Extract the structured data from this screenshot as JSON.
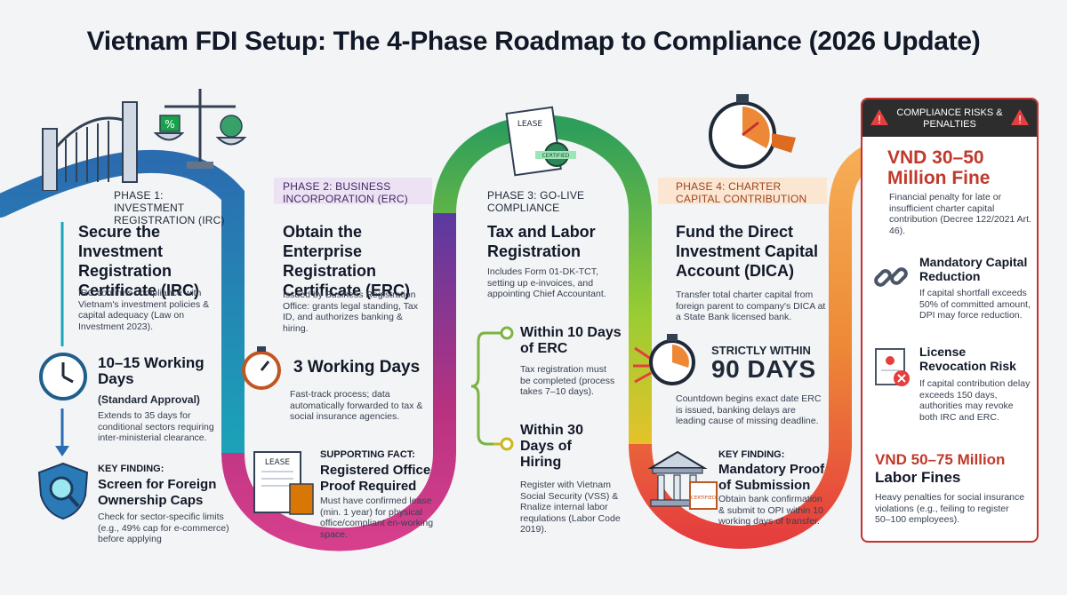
{
  "title": "Vietnam FDI Setup: The 4-Phase Roadmap to Compliance (2026 Update)",
  "colors": {
    "phase1": "#1f8fb0",
    "phase2": "#b83280",
    "phase3": "#7cb342",
    "phase4": "#ef6c00",
    "risk": "#c0392b"
  },
  "phase1": {
    "label": "PHASE 1: INVESTMENT REGISTRATION (IRC)",
    "heading": "Secure the Investment Registration Certificate (IRC)",
    "body": "IRC confirms compliance with Vietnam's investment policies & capital adequacy (Law on Investment 2023).",
    "time_title": "10–15 Working Days",
    "time_sub": "(Standard Approval)",
    "time_body": "Extends to 35 days for conditional sectors requiring inter-ministerial clearance.",
    "kf_label": "KEY FINDING:",
    "kf_title": "Screen for Foreign Ownership Caps",
    "kf_body": "Check for sector-specific limits (e.g., 49% cap for e-commerce) before applying"
  },
  "phase2": {
    "label": "PHASE 2: BUSINESS INCORPORATION (ERC)",
    "heading": "Obtain the Enterprise Registration Certificate (ERC)",
    "body": "Issued by Business Registration Office: grants legal standing, Tax ID, and authorizes banking & hiring.",
    "time_title": "3 Working Days",
    "time_body": "Fast-track process; data automatically forwarded to tax & social insurance agencies.",
    "sf_label": "SUPPORTING FACT:",
    "sf_title": "Registered Office Proof Required",
    "sf_body": "Must have confirmed lease (min. 1 year) for physical office/compliant en-working space.",
    "lease_text": "LEASE"
  },
  "phase3": {
    "label": "PHASE 3: GO-LIVE COMPLIANCE",
    "heading": "Tax and Labor Registration",
    "body": "Includes Form 01-DK-TCT, setting up e-invoices, and appointing Chief Accountant.",
    "t1_title": "Within 10 Days of ERC",
    "t1_body": "Tax registration must be completed (process takes 7–10 days).",
    "t2_title": "Within 30 Days of Hiring",
    "t2_body": "Register with Vietnam Social Security (VSS) & Rnalize internal labor requlations (Labor Code 2019).",
    "lease_text": "LEASE",
    "certified_text": "CERTIFIED"
  },
  "phase4": {
    "label": "PHASE 4: CHARTER CAPITAL CONTRIBUTION",
    "heading": "Fund the Direct Investment Capital Account (DICA)",
    "body": "Transfer total charter capital from foreign parent to company's DICA at a State Bank licensed bank.",
    "time_pre": "STRICTLY WITHIN",
    "time_title": "90 DAYS",
    "time_body": "Countdown begins exact date ERC is issued, banking delays are leading cause of missing deadline.",
    "kf_label": "KEY FINDING:",
    "kf_title": "Mandatory Proof of Submission",
    "kf_body": "Obtain bank confirmation & submit to OPI within 10 working days of transfer.",
    "certified_text": "CERTIFIED"
  },
  "risks": {
    "header": "COMPLIANCE RISKS & PENALTIES",
    "r1_title": "VND 30–50 Million Fine",
    "r1_body": "Financial penalty for late or insufficient charter capital contribution (Decree 122/2021 Art. 46).",
    "r2_title": "Mandatory Capital Reduction",
    "r2_body": "If capital shortfall exceeds 50% of committed amount, DPI may force reduction.",
    "r3_title": "License Revocation Risk",
    "r3_body": "If capital contribution delay exceeds 150 days, authorities may revoke both IRC and ERC.",
    "r4_title": "VND 50–75 Million",
    "r4_title2": "Labor Fines",
    "r4_body": "Heavy penalties for social insurance violations (e.g., feiling to register 50–100 employees)."
  }
}
